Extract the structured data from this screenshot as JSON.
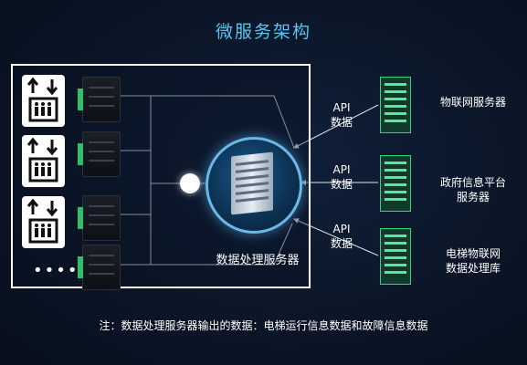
{
  "title": "微服务架构",
  "center": {
    "label": "数据处理服务器"
  },
  "ellipsis": "••••••",
  "right_servers": [
    {
      "name": "物联网服务器",
      "api_top": "API",
      "api_bottom": "数据"
    },
    {
      "name_line1": "政府信息平台",
      "name_line2": "服务器",
      "api_top": "API",
      "api_bottom": "数据"
    },
    {
      "name_line1": "电梯物联网",
      "name_line2": "数据处理库",
      "api_top": "API",
      "api_bottom": "数据"
    }
  ],
  "note": "注：数据处理服务器输出的数据：电梯运行信息数据和故障信息数据",
  "colors": {
    "title": "#5ec3f0",
    "accent_green": "#3bd08a",
    "frame": "#ffffff"
  },
  "icons": [
    "elevator-icon",
    "controller-device-icon",
    "server-rack-icon",
    "green-server-icon"
  ]
}
